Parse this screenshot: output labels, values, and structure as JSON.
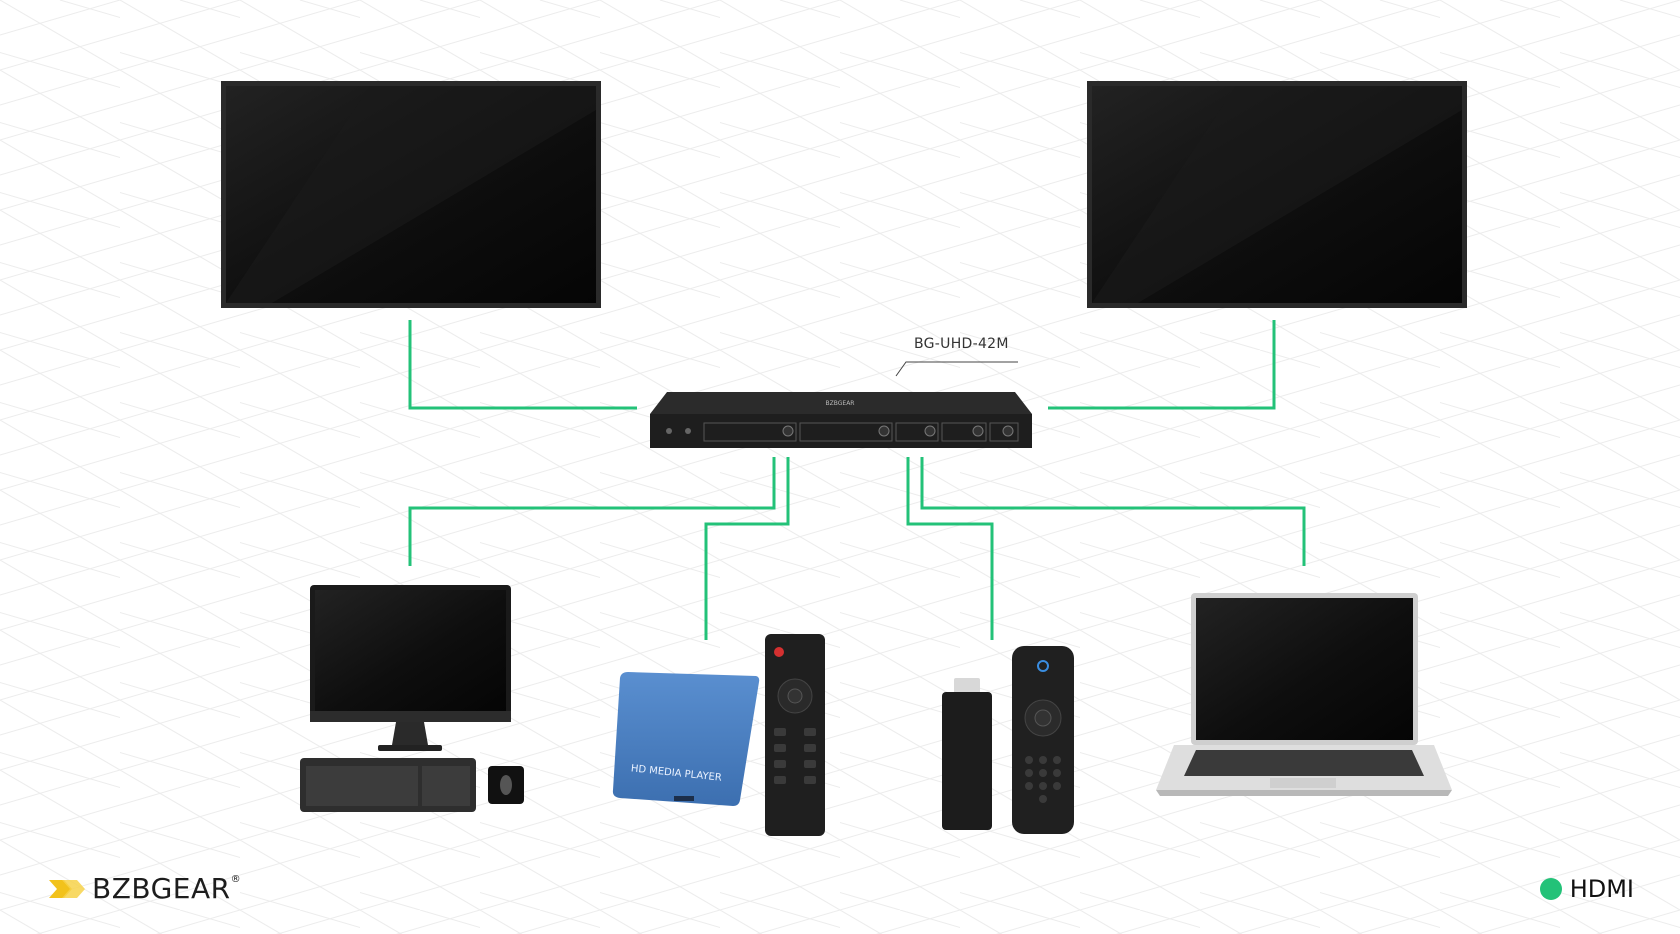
{
  "diagram": {
    "device_label": "BG-UHD-42M",
    "media_player_label": "HD MEDIA PLAYER",
    "switch_brand": "BZBGEAR"
  },
  "brand": {
    "name_bold": "BZB",
    "name_light": "GEAR",
    "registered": "®",
    "accent_color": "#f2c21b"
  },
  "legend": {
    "items": [
      {
        "label": "HDMI",
        "color": "#23c278"
      }
    ]
  },
  "colors": {
    "cable": "#23c278",
    "grid": "#e6e6e6"
  }
}
